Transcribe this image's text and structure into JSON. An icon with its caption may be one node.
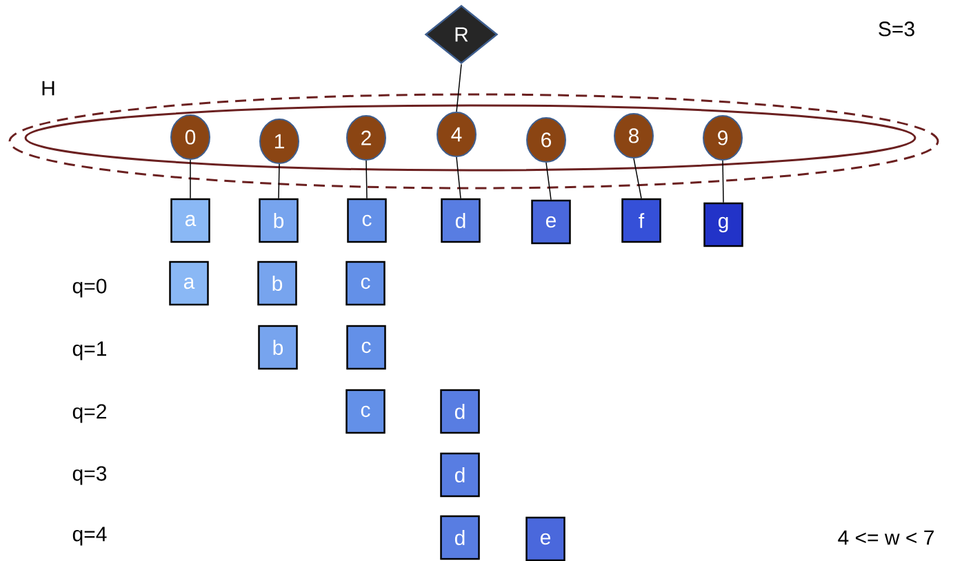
{
  "diagram": {
    "nodes": [
      {
        "text": [
          "R"
        ]
      },
      {
        "text": [
          "H"
        ]
      },
      {
        "text": [],
        "shape": "ellipse",
        "in": 1
      },
      {
        "text": [
          "0"
        ],
        "in": 2
      },
      {
        "text": [
          "1"
        ],
        "in": 2
      },
      {
        "text": [
          "2"
        ],
        "in": 2
      },
      {
        "text": [
          "4"
        ],
        "in": 2
      },
      {
        "text": [
          "6"
        ],
        "in": 2
      },
      {
        "text": [
          "8"
        ],
        "in": 2
      },
      {
        "text": [
          "9"
        ],
        "in": 2
      },
      {
        "text": [
          "a"
        ]
      },
      {
        "text": [
          "b"
        ]
      },
      {
        "text": [
          "c"
        ]
      },
      {
        "text": [
          "d"
        ]
      },
      {
        "text": [
          "e"
        ]
      },
      {
        "text": [
          "f"
        ]
      },
      {
        "text": [
          "g"
        ]
      },
      {
        "text": [
          "a"
        ]
      },
      {
        "text": [
          "b"
        ]
      },
      {
        "text": [
          "c"
        ]
      },
      {
        "text": [
          "b"
        ]
      },
      {
        "text": [
          "c"
        ]
      },
      {
        "text": [
          "c"
        ]
      },
      {
        "text": [
          "d"
        ]
      },
      {
        "text": [
          "d"
        ]
      },
      {
        "text": [
          "d"
        ]
      },
      {
        "text": [
          "e"
        ]
      }
    ],
    "edges": [
      {
        "from": 0,
        "to": 6,
        "arrow": "none"
      },
      {
        "from": 3,
        "to": 10,
        "arrow": "none"
      },
      {
        "from": 4,
        "to": 11,
        "arrow": "none"
      },
      {
        "from": 5,
        "to": 12,
        "arrow": "none"
      },
      {
        "from": 6,
        "to": 13,
        "arrow": "none"
      },
      {
        "from": 7,
        "to": 14,
        "arrow": "none"
      },
      {
        "from": 8,
        "to": 15,
        "arrow": "none"
      },
      {
        "from": 9,
        "to": 16,
        "arrow": "none"
      }
    ],
    "labels": [
      "S=3",
      "q=0",
      "q=1",
      "q=2",
      "q=3",
      "q=4",
      "4 <= w < 7"
    ]
  }
}
